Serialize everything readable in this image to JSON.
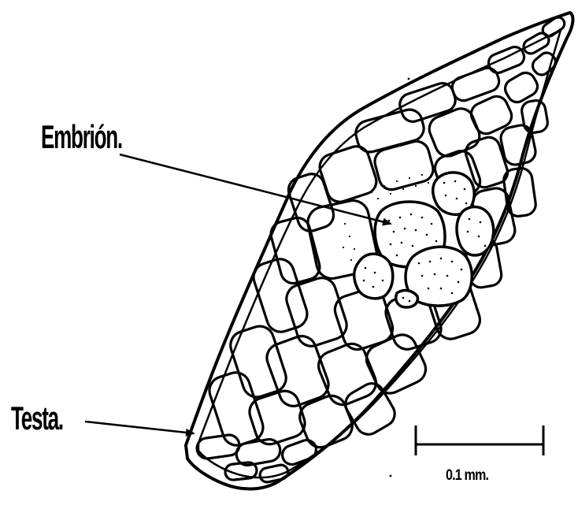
{
  "labels": {
    "embryo": "Embrión.",
    "testa": "Testa.",
    "scale_bar": "0.1 mm."
  },
  "colors": {
    "ink": "#000000",
    "background": "#ffffff"
  }
}
